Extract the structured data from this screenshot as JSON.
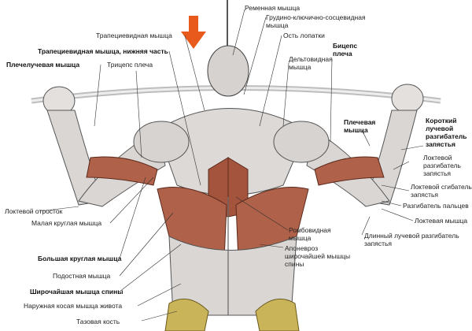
{
  "colors": {
    "muscle_red": "#b0614a",
    "muscle_light": "#d9d6d4",
    "arrow": "#e85a1c",
    "bone": "#c9b45a",
    "bar": "#d8d8d8"
  },
  "icons": {
    "arrow": "down-arrow-icon"
  },
  "labels": {
    "remennaya": "Ременная мышца",
    "grudino": "Грудино-ключично-сосцевидная",
    "grudino2": "мышца",
    "trapeciya": "Трапециевидная мышца",
    "trap_lower": "Трапециевидная мышца, нижняя часть",
    "ost_lopatki": "Ость лопатки",
    "biceps": "Бицепс",
    "biceps2": "плеча",
    "plechelu": "Плечелучевая мышца",
    "triceps": "Трицепс плеча",
    "deltoid": "Дельтовидная",
    "deltoid2": "мышца",
    "plechevaya": "Плечевая",
    "plechevaya2": "мышца",
    "short_ext": "Короткий",
    "short_ext2": "лучевой",
    "short_ext3": "разгибатель",
    "short_ext4": "запястья",
    "uln_ext": "Локтевой",
    "uln_ext2": "разгибатель",
    "uln_ext3": "запястья",
    "uln_flex": "Локтевой сгибатель",
    "uln_flex2": "запястья",
    "finger_ext": "Разгибатель пальцев",
    "olecranon": "Локтевой отросток",
    "ulnar_muscle": "Локтевая мышца",
    "teres_minor": "Малая круглая мышца",
    "rhomboid": "Ромбовидная",
    "rhomboid2": "мышца",
    "long_ext": "Длинный лучевой разгибатель",
    "long_ext2": "запястья",
    "teres_major": "Большая круглая мышца",
    "aponeurosis": "Апоневроз",
    "aponeurosis2": "широчайшей мышцы",
    "aponeurosis3": "спины",
    "infraspinatus": "Подостная мышца",
    "lats": "Широчайшая мышца спины",
    "oblique": "Наружная косая мышца живота",
    "pelvis": "Тазовая кость"
  }
}
